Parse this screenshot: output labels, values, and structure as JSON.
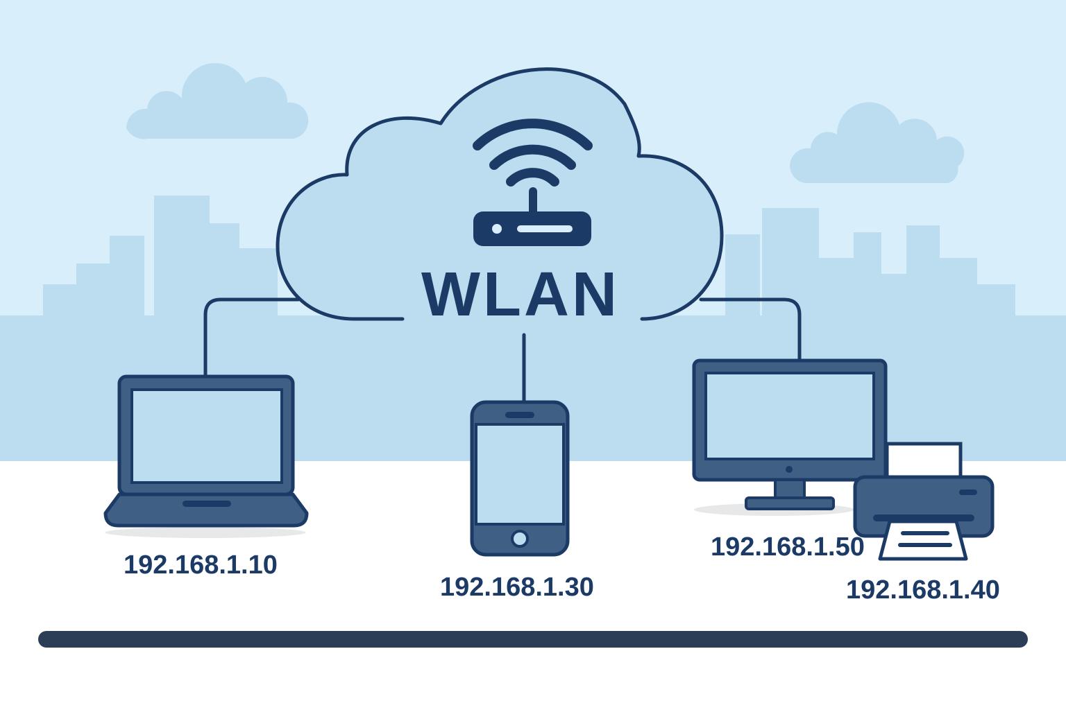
{
  "diagram": {
    "title": "WLAN",
    "devices": [
      {
        "name": "laptop",
        "icon": "laptop-icon",
        "ip": "192.168.1.10"
      },
      {
        "name": "phone",
        "icon": "smartphone-icon",
        "ip": "192.168.1.30"
      },
      {
        "name": "desktop",
        "icon": "monitor-icon",
        "ip": "192.168.1.50"
      },
      {
        "name": "printer",
        "icon": "printer-icon",
        "ip": "192.168.1.40"
      }
    ],
    "hub_icon": "wifi-router-icon"
  },
  "colors": {
    "sky": "#d8eefb",
    "skyline": "#bcdcf0",
    "cloud_fill": "#bcdcf0",
    "line": "#1c3a66",
    "device_body": "#3f5f85",
    "screen": "#bcdcf0",
    "floor_bar": "#2c3e55"
  }
}
